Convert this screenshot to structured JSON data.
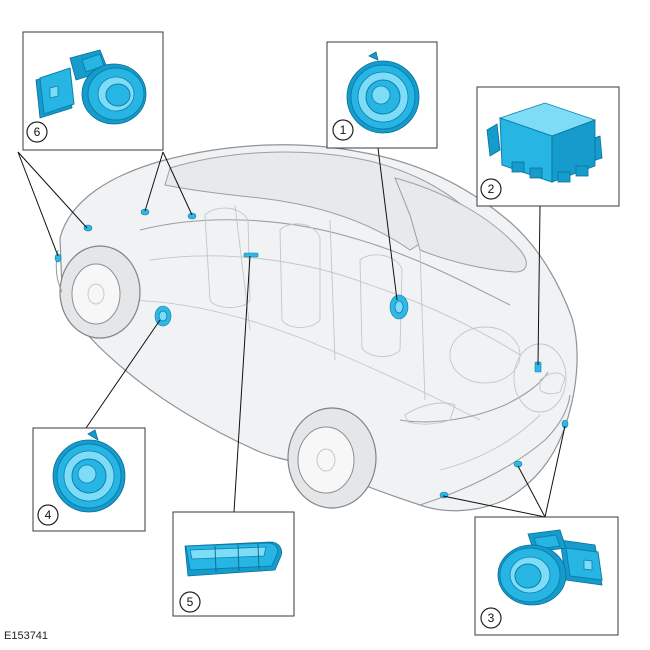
{
  "figure_id": "E153741",
  "callouts": [
    {
      "number": "1"
    },
    {
      "number": "2"
    },
    {
      "number": "3"
    },
    {
      "number": "4"
    },
    {
      "number": "5"
    },
    {
      "number": "6"
    }
  ],
  "colors": {
    "component_blue": "#27b6e4",
    "component_outline": "#0b7fae",
    "car_outline": "#9aa0a4",
    "box_border": "#3a3a3a"
  },
  "icons": {
    "box_1": "speaker-icon",
    "box_2": "control-module-icon",
    "box_3": "parking-sensor-icon",
    "box_4": "speaker-icon",
    "box_5": "sensor-strip-icon",
    "box_6": "parking-sensor-icon"
  }
}
